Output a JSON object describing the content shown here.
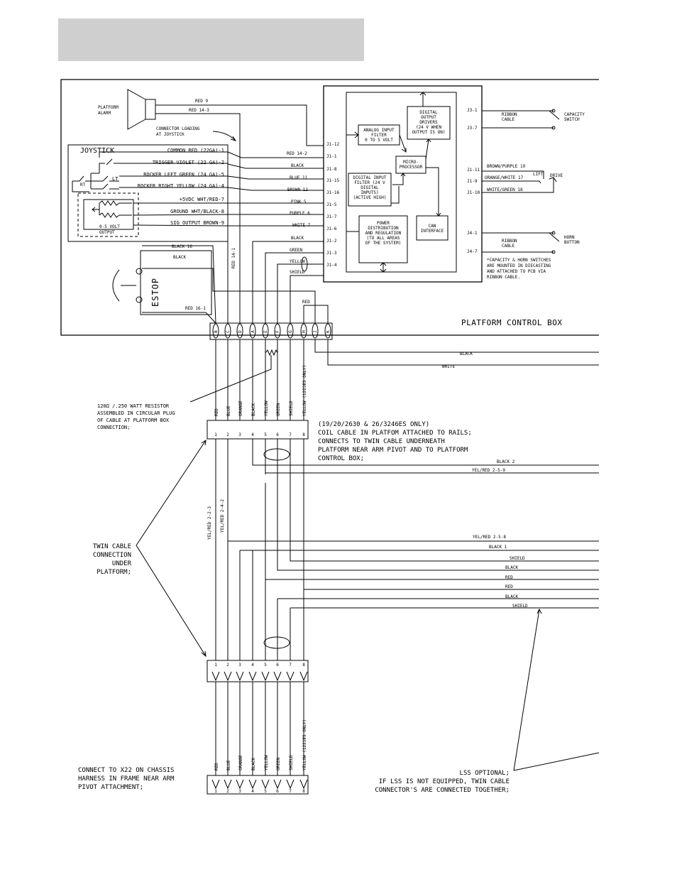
{
  "labels": {
    "platform_alarm": [
      "PLATFORM",
      "ALARM"
    ],
    "red9": "RED 9",
    "red143": "RED 14-3",
    "connector_loading": [
      "CONNECTOR LOADING",
      "AT JOYSTICK"
    ],
    "joystick": "JOYSTICK",
    "rt": "RT",
    "lt": "LT",
    "zero_five": [
      "0-5 VOLT",
      "OUTPUT"
    ],
    "joystick_pins": [
      "COMMON RED (22GA)-1",
      "TRIGGER VIOLET (22 GA)-2",
      "ROCKER LEFT GREEN (24 GA)-5",
      "ROCKER RIGHT YELLOW (24 GA)-4",
      "+5VDC WHT/RED-7",
      "GROUND WHT/BLACK-8",
      "SIG OUTPUT BROWN-9"
    ],
    "black16": "BLACK 16",
    "black_estop": "BLACK",
    "estop": "ESTOP",
    "red161": "RED 16-1",
    "red141": "RED 14-1",
    "red_jumper": "RED",
    "wire_labels": [
      "RED 14-2",
      "BLACK",
      "BLUE 11",
      "BROWN 12",
      "PINK 5",
      "PURPLE 6",
      "WHITE 7",
      "BLACK",
      "GREEN",
      "YELLOW",
      "SHIELD"
    ],
    "j1_left": [
      "J1-12",
      "J1-1",
      "J1-8",
      "J1-15",
      "J1-16",
      "J1-5",
      "J1-7",
      "J1-6",
      "J1-2",
      "J1-3",
      "J1-4"
    ],
    "analog_filter": [
      "ANALOG INPUT",
      "FILTER",
      "0 TO 5 VOLT"
    ],
    "digital_out": [
      "DIGITAL",
      "OUTPUT",
      "DRIVERS",
      "(24 V WHEN",
      "OUTPUT IS ON)"
    ],
    "micro": [
      "MICRO-",
      "PROCESSOR"
    ],
    "digital_in": [
      "DIGITAL INPUT",
      "FILTER (24 V",
      "DIGITAL",
      "INPUTS)",
      "(ACTIVE HIGH)"
    ],
    "power_dist": [
      "POWER",
      "DISTRIBUTION",
      "AND REGULATION",
      "(TO ALL AREAS",
      "OF THE SYSTEM)"
    ],
    "can_iface": [
      "CAN",
      "INTERFACE"
    ],
    "j_right": [
      "J3-1",
      "J3-7",
      "J1-11",
      "J1-9",
      "J1-10",
      "J4-1",
      "J4-7"
    ],
    "ribbon": [
      "RIBBON",
      "CABLE"
    ],
    "capacity_switch": [
      "CAPACITY",
      "SWITCH"
    ],
    "brown_purple": "BROWN/PURPLE 19",
    "orange_white": "ORANGE/WHITE 17",
    "white_green": "WHITE/GREEN 18",
    "lift": "LIFT",
    "drive": "DRIVE",
    "horn_button": [
      "HORN",
      "BUTTON"
    ],
    "capacity_note": [
      "*CAPACITY & HORN SWITCHES",
      "ARE MOUNTED IN DIECASTING",
      "AND ATTACHED TO PCB VIA",
      "RIBBON CABLE."
    ],
    "platform_control_box": "PLATFORM CONTROL BOX",
    "plug_letters": [
      "B",
      "C",
      "D",
      "A",
      "E",
      "F",
      "G",
      "H",
      "J",
      "K"
    ],
    "black_right": "BLACK",
    "white_right": "WHITE",
    "resistor_note": [
      "120Ω /.250 WATT RESISTOR",
      "ASSEMBLED IN CIRCULAR PLUG",
      "OF CABLE AT PLATFORM BOX",
      "CONNECTION;"
    ],
    "wire_colors": [
      "RED",
      "BLUE",
      "ORANGE",
      "BLACK",
      "YELLOW",
      "GREEN",
      "SHIELD",
      "YELLOW (1223ES ONLY)"
    ],
    "pins": [
      "1",
      "2",
      "3",
      "4",
      "5",
      "6",
      "7",
      "8"
    ],
    "coil_note": [
      "(19/20/2630 & 26/3246ES ONLY)",
      "COIL CABLE IN PLATFOM ATTACHED TO RAILS;",
      "CONNECTS TO TWIN CABLE UNDERNEATH",
      "PLATFORM NEAR ARM PIVOT AND TO PLATFORM",
      "CONTROL BOX;"
    ],
    "black2": "BLACK 2",
    "yelred259": "YEL/RED 2-5-9",
    "yelred223": "YEL/RED 2-2-3",
    "yelred242": "YEL/RED 2-4-2",
    "twin_cable": [
      "TWIN CABLE",
      "CONNECTION",
      "UNDER",
      "PLATFORM;"
    ],
    "yelred258": "YEL/RED 2-5-8",
    "black1": "BLACK 1",
    "twin_wires": [
      "SHIELD",
      "BLACK",
      "RED",
      "RED",
      "BLACK",
      "SHIELD"
    ],
    "connect_x22": [
      "CONNECT TO X22 ON CHASSIS",
      "HARNESS IN FRAME NEAR ARM",
      "PIVOT ATTACHMENT;"
    ],
    "lss_note": [
      "LSS OPTIONAL;",
      "IF LSS IS NOT EQUIPPED, TWIN CABLE",
      "CONNECTOR'S ARE CONNECTED TOGETHER;"
    ]
  }
}
